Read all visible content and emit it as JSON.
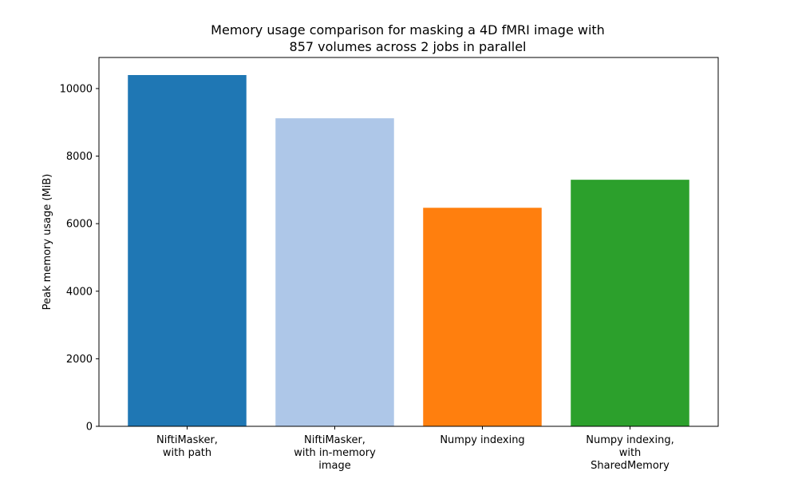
{
  "chart_data": {
    "type": "bar",
    "title_lines": [
      "Memory usage comparison for masking a 4D fMRI image with",
      "857 volumes across 2 jobs in parallel"
    ],
    "xlabel": "",
    "ylabel": "Peak memory usage (MiB)",
    "categories": [
      [
        "NiftiMasker,",
        "with path"
      ],
      [
        "NiftiMasker,",
        "with in-memory",
        "image"
      ],
      [
        "Numpy indexing"
      ],
      [
        "Numpy indexing,",
        "with",
        "SharedMemory"
      ]
    ],
    "values": [
      10400,
      9120,
      6470,
      7300
    ],
    "colors": [
      "#1f77b4",
      "#aec7e8",
      "#ff7f0e",
      "#2ca02c"
    ],
    "ylim": [
      0,
      10920
    ],
    "yticks": [
      0,
      2000,
      4000,
      6000,
      8000,
      10000
    ],
    "grid": false,
    "legend": "none"
  }
}
